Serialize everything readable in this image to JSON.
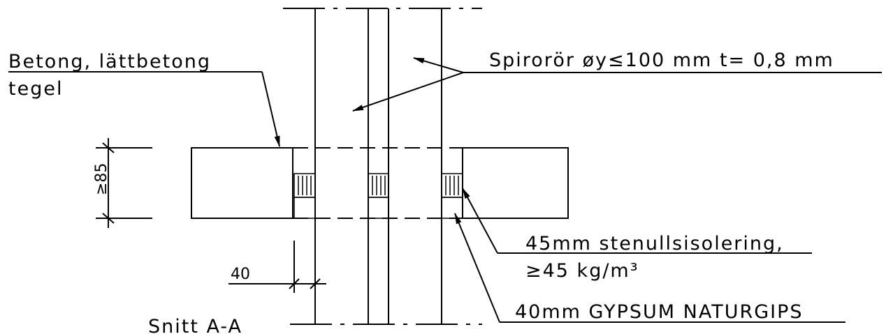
{
  "labels": {
    "material": "Betong, lättbetong",
    "material_line2": "tegel",
    "pipe": "Spirorör øy≤100 mm t= 0,8 mm",
    "insulation": "45mm stenullsisolering,",
    "insulation_density": "≥45 kg/m³",
    "gypsum": "40mm GYPSUM NATURGIPS",
    "section": "Snitt A-A"
  },
  "dimensions": {
    "thickness": "≥85",
    "gap": "40"
  }
}
